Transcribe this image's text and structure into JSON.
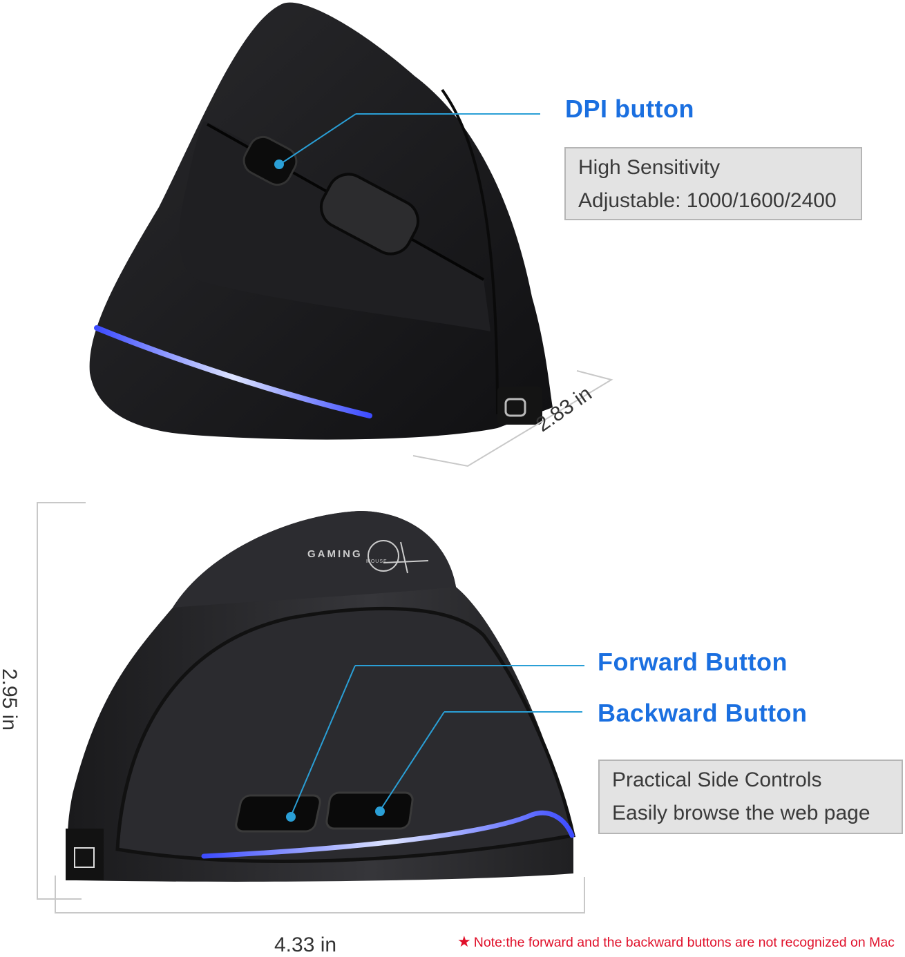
{
  "top_section": {
    "dpi_label": "DPI button",
    "info_box": {
      "line1": "High Sensitivity",
      "line2": "Adjustable: 1000/1600/2400"
    },
    "depth_dimension": "2.83 in"
  },
  "bottom_section": {
    "forward_label": "Forward Button",
    "backward_label": "Backward Button",
    "info_box": {
      "line1": "Practical Side Controls",
      "line2": "Easily browse the web page"
    },
    "height_dimension": "2.95 in",
    "width_dimension": "4.33 in",
    "logo_text": "GAMING MOUSE"
  },
  "note": {
    "star": "★",
    "text": "Note:the forward and the backward buttons are not recognized on Mac"
  },
  "colors": {
    "label_blue": "#1a6fe0",
    "callout_line": "#2a9fd6",
    "led_blue": "#5a6cff",
    "note_red": "#e0102a",
    "mouse_body": "#1c1c1e"
  }
}
